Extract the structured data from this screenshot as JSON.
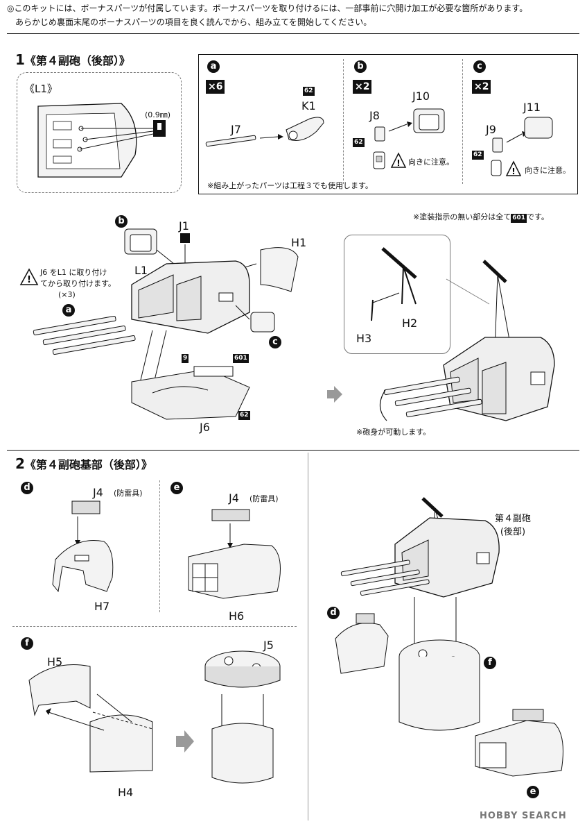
{
  "header": {
    "line1": "◎このキットには、ボーナスパーツが付属しています。ボーナスパーツを取り付けるには、一部事前に穴開け加工が必要な箇所があります。",
    "line2": "あらかじめ裏面末尾のボーナスパーツの項目を良く読んでから、組み立てを開始してください。"
  },
  "step1": {
    "number": "1",
    "title": "《第４副砲（後部）》",
    "l1_box": {
      "title": "《L1》",
      "drill_size": "(0.9㎜)"
    },
    "sub_a": {
      "badge": "a",
      "qty": "×6",
      "part_main": "K1",
      "color_main": "62",
      "part_sub": "J7"
    },
    "sub_b": {
      "badge": "b",
      "qty": "×2",
      "part_top": "J10",
      "part_small": "J8",
      "color": "62",
      "caution": "向きに注意。"
    },
    "sub_c": {
      "badge": "c",
      "qty": "×2",
      "part_top": "J11",
      "part_small": "J9",
      "color": "62",
      "caution": "向きに注意。"
    },
    "reuse_note": "※組み上がったパーツは工程３でも使用します。",
    "paint_note_pre": "※塗装指示の無い部分は全て",
    "paint_note_color": "601",
    "paint_note_post": "です。",
    "labels": {
      "b": "b",
      "J1": "J1",
      "H1": "H1",
      "L1": "L1",
      "j6_note_1": "J6 をL1 に取り付け",
      "j6_note_2": "てから取り付けます。",
      "times3": "(×3)",
      "a": "a",
      "c": "c",
      "J6": "J6",
      "col9": "9",
      "col601": "601",
      "col62": "62",
      "H2": "H2",
      "H3": "H3"
    },
    "movable_note": "※砲身が可動します。"
  },
  "step2": {
    "number": "2",
    "title": "《第４副砲基部（後部）》",
    "sub_d": {
      "badge": "d",
      "part": "J4",
      "note": "(防雷具)",
      "base": "H7"
    },
    "sub_e": {
      "badge": "e",
      "part": "J4",
      "note": "(防雷具)",
      "base": "H6"
    },
    "sub_f": {
      "badge": "f",
      "part_a": "H5",
      "part_b": "H4",
      "part_c": "J5"
    },
    "final": {
      "label_1": "第４副砲",
      "label_2": "(後部)",
      "d": "d",
      "f": "f",
      "e": "e"
    }
  },
  "watermark": "HOBBY SEARCH"
}
